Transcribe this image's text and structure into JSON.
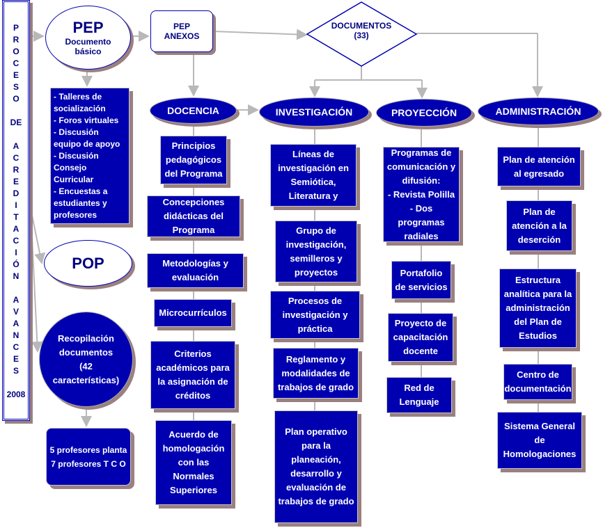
{
  "sidebar": {
    "letters": [
      "P",
      "R",
      "O",
      "C",
      "E",
      "S",
      "O",
      "",
      "DE",
      "",
      "A",
      "C",
      "R",
      "E",
      "D",
      "I",
      "T",
      "A",
      "C",
      "I",
      "Ó",
      "N",
      "",
      "A",
      "V",
      "A",
      "N",
      "C",
      "E",
      "S",
      "",
      "2008"
    ]
  },
  "pep": {
    "title": "PEP",
    "subtitle": "Documento\nbásico"
  },
  "pep_anexos": {
    "label": "PEP\nANEXOS"
  },
  "documentos": {
    "label": "DOCUMENTOS\n(33)"
  },
  "talleres": {
    "text": "- Talleres de socialización\n-  Foros virtuales\n- Discusión equipo de apoyo\n- Discusión Consejo Curricular\n- Encuestas a estudiantes y profesores"
  },
  "pop": {
    "label": "POP"
  },
  "recopilacion": {
    "label": "Recopilación documentos\n(42 características)"
  },
  "profesores": {
    "label": "5 profesores planta\n7 profesores T C O"
  },
  "areas": {
    "docencia": "DOCENCIA",
    "investigacion": "INVESTIGACIÓN",
    "proyeccion": "PROYECCIÓN",
    "administracion": "ADMINISTRACIÓN"
  },
  "docencia_items": [
    "Principios pedagógicos del Programa",
    "Concepciones didácticas del Programa",
    "Metodologías y evaluación",
    "Microcurrículos",
    "Criterios académicos para la asignación de créditos",
    "Acuerdo de homologación con las Normales Superiores"
  ],
  "investigacion_items": [
    "Líneas de investigación en Semiótica, Literatura y",
    "Grupo de investigación, semilleros y proyectos",
    "Procesos de investigación y práctica",
    "Reglamento y modalidades de trabajos de grado",
    "Plan operativo para la planeación, desarrollo y evaluación de trabajos de grado"
  ],
  "proyeccion_items": [
    "Programas de comunicación y difusión:\n-  Revista Polilla\n- Dos programas radiales",
    "Portafolio de servicios",
    "Proyecto de capacitación docente",
    "Red de Lenguaje"
  ],
  "administracion_items": [
    "Plan de atención al egresado",
    "Plan de atención a la deserción",
    "Estructura analítica para la administración del Plan de Estudios",
    "Centro de documentación",
    "Sistema General de Homologaciones"
  ]
}
